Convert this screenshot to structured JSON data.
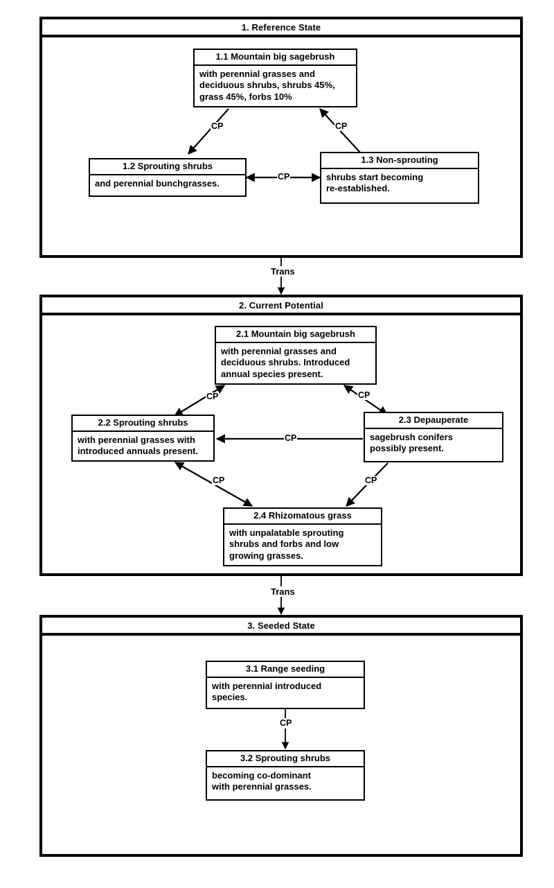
{
  "diagram": {
    "title_hidden": "",
    "edge_label_cp": "CP",
    "transition_label": "Trans"
  },
  "states": [
    {
      "id": "state-1",
      "header": "1. Reference State",
      "boxes": [
        {
          "id": "1.1",
          "title": "1.1 Mountain big sagebrush",
          "desc": "with perennial grasses and\ndeciduous shrubs, shrubs 45%,\ngrass 45%, forbs 10%"
        },
        {
          "id": "1.2",
          "title": "1.2 Sprouting shrubs",
          "desc": "and perennial bunchgrasses."
        },
        {
          "id": "1.3",
          "title": "1.3 Non-sprouting",
          "desc": "shrubs start becoming\nre-established."
        }
      ],
      "edges": [
        {
          "from": "1.1",
          "to": "1.2",
          "label": "CP",
          "direction": "one-way"
        },
        {
          "from": "1.3",
          "to": "1.1",
          "label": "CP",
          "direction": "one-way"
        },
        {
          "from": "1.2",
          "to": "1.3",
          "label": "CP",
          "direction": "two-way"
        }
      ]
    },
    {
      "id": "state-2",
      "header": "2. Current Potential",
      "boxes": [
        {
          "id": "2.1",
          "title": "2.1 Mountain big sagebrush",
          "desc": "with perennial grasses and\ndeciduous shrubs. Introduced\nannual species present."
        },
        {
          "id": "2.2",
          "title": "2.2 Sprouting shrubs",
          "desc": "with perennial grasses with\nintroduced annuals present."
        },
        {
          "id": "2.3",
          "title": "2.3 Depauperate",
          "desc": "sagebrush conifers\npossibly present."
        },
        {
          "id": "2.4",
          "title": "2.4 Rhizomatous grass",
          "desc": "with unpalatable sprouting\nshrubs and forbs and low\ngrowing grasses."
        }
      ],
      "edges": [
        {
          "from": "2.1",
          "to": "2.2",
          "label": "CP",
          "direction": "two-way"
        },
        {
          "from": "2.1",
          "to": "2.3",
          "label": "CP",
          "direction": "two-way"
        },
        {
          "from": "2.3",
          "to": "2.2",
          "label": "CP",
          "direction": "one-way"
        },
        {
          "from": "2.2",
          "to": "2.4",
          "label": "CP",
          "direction": "two-way"
        },
        {
          "from": "2.3",
          "to": "2.4",
          "label": "CP",
          "direction": "one-way"
        }
      ]
    },
    {
      "id": "state-3",
      "header": "3. Seeded State",
      "boxes": [
        {
          "id": "3.1",
          "title": "3.1 Range seeding",
          "desc": "with perennial introduced\nspecies."
        },
        {
          "id": "3.2",
          "title": "3.2 Sprouting shrubs",
          "desc": "becoming co-dominant\nwith perennial grasses."
        }
      ],
      "edges": [
        {
          "from": "3.1",
          "to": "3.2",
          "label": "CP",
          "direction": "one-way"
        }
      ]
    }
  ],
  "transitions": [
    {
      "from": "state-1",
      "to": "state-2",
      "label": "Trans"
    },
    {
      "from": "state-2",
      "to": "state-3",
      "label": "Trans"
    }
  ],
  "colors": {
    "line": "#000000",
    "background": "#ffffff",
    "text": "#000000"
  }
}
